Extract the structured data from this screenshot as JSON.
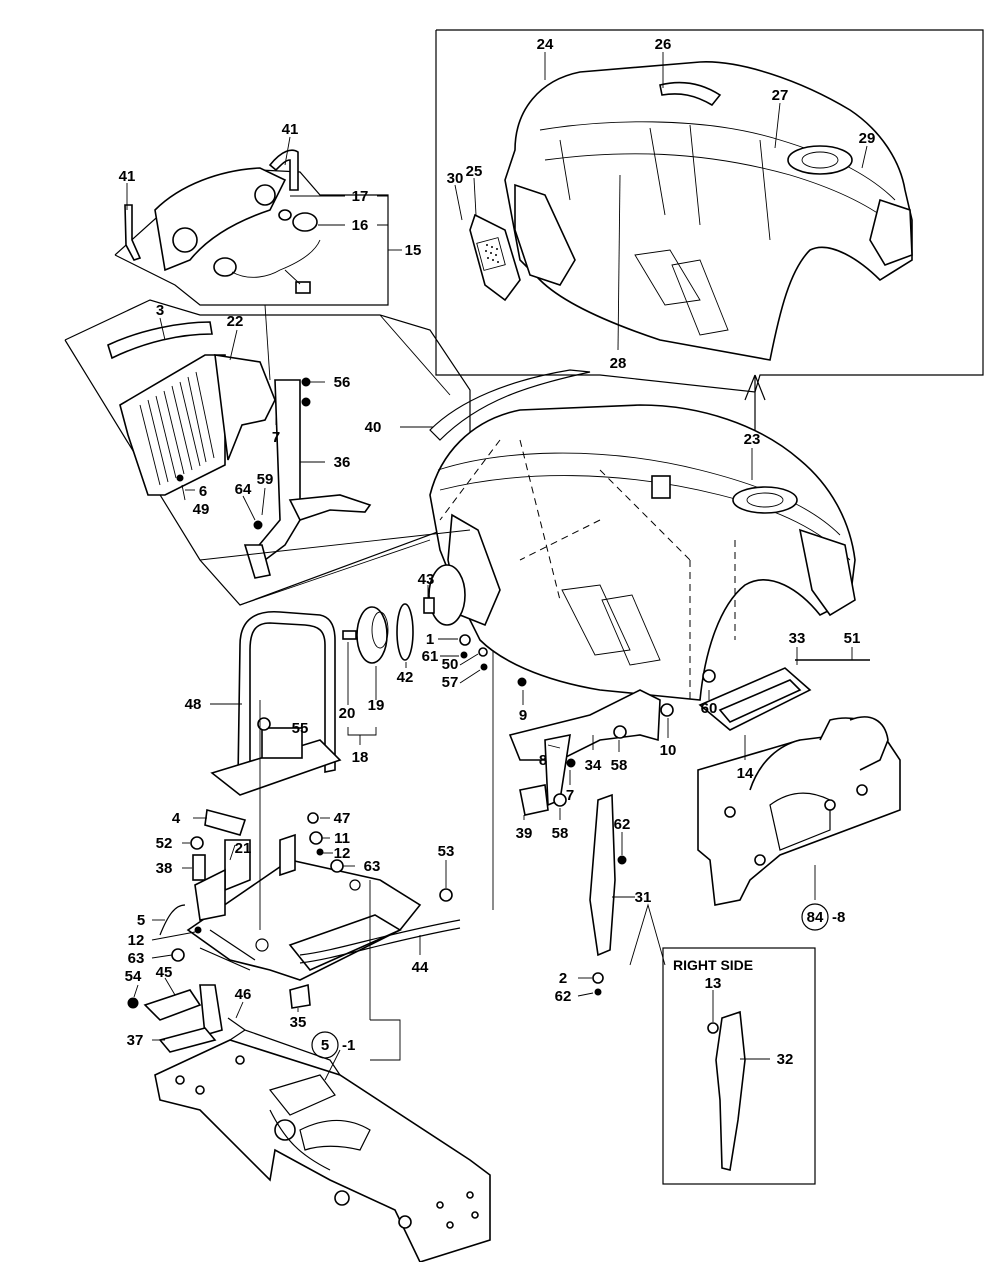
{
  "diagram": {
    "callouts": {
      "c1": "1",
      "c2": "2",
      "c3": "3",
      "c4": "4",
      "c5": "5",
      "c6": "6",
      "c7a": "7",
      "c7b": "7",
      "c8": "8",
      "c9": "9",
      "c10": "10",
      "c11": "11",
      "c12a": "12",
      "c12b": "12",
      "c13": "13",
      "c14": "14",
      "c15": "15",
      "c16": "16",
      "c17": "17",
      "c18": "18",
      "c19": "19",
      "c20": "20",
      "c21": "21",
      "c22": "22",
      "c23": "23",
      "c24": "24",
      "c25": "25",
      "c26": "26",
      "c27": "27",
      "c28": "28",
      "c29": "29",
      "c30": "30",
      "c31": "31",
      "c32": "32",
      "c33": "33",
      "c34": "34",
      "c35": "35",
      "c36": "36",
      "c37": "37",
      "c38": "38",
      "c39": "39",
      "c40": "40",
      "c41a": "41",
      "c41b": "41",
      "c42": "42",
      "c43": "43",
      "c44": "44",
      "c45": "45",
      "c46": "46",
      "c47": "47",
      "c48": "48",
      "c49": "49",
      "c50": "50",
      "c51": "51",
      "c52": "52",
      "c53": "53",
      "c54": "54",
      "c55": "55",
      "c56": "56",
      "c57": "57",
      "c58a": "58",
      "c58b": "58",
      "c59": "59",
      "c60": "60",
      "c61": "61",
      "c62a": "62",
      "c62b": "62",
      "c63a": "63",
      "c63b": "63",
      "c64": "64"
    },
    "references": {
      "ref84_circle": "84",
      "ref84_suffix": "-8",
      "ref5_circle": "5",
      "ref5_suffix": "-1"
    },
    "inset_right_side": {
      "title": "RIGHT SIDE"
    }
  }
}
